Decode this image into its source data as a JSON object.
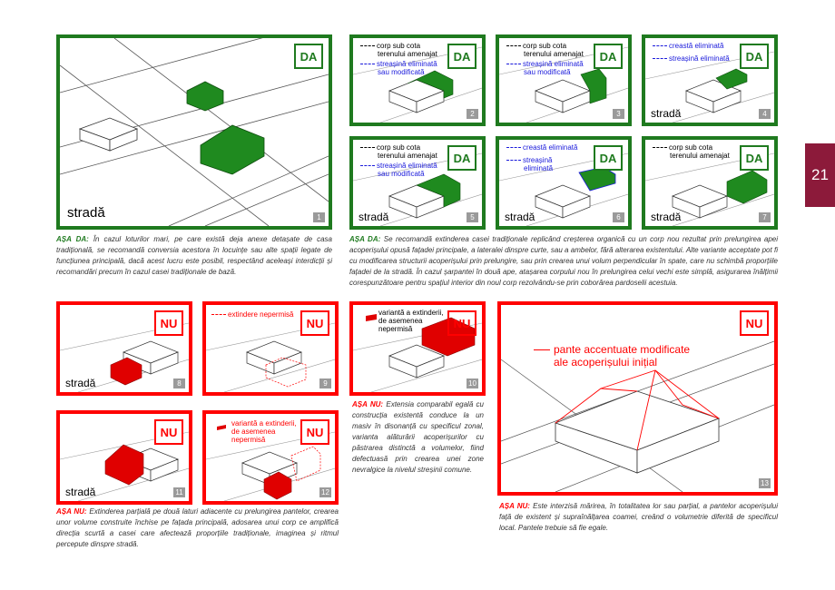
{
  "page_number": "21",
  "colors": {
    "green": "#1f7a1f",
    "red": "#ff0000",
    "blue": "#1a1adb",
    "maroon": "#8c1a3a"
  },
  "tags": {
    "yes": "DA",
    "no": "NU"
  },
  "street": "stradă",
  "panels": {
    "p1": {
      "num": "1"
    },
    "p2": {
      "num": "2",
      "l1": "corp sub cota",
      "l2": "terenului amenajat",
      "l3": "streașină eliminată",
      "l4": "sau modificată"
    },
    "p3": {
      "num": "3",
      "l1": "corp sub cota",
      "l2": "terenului amenajat",
      "l3": "streașină eliminată",
      "l4": "sau modificată"
    },
    "p4": {
      "num": "4",
      "l1": "creastă eliminată",
      "l2": "streașină eliminată"
    },
    "p5": {
      "num": "5",
      "l1": "corp sub cota",
      "l2": "terenului amenajat",
      "l3": "streașină eliminată",
      "l4": "sau modificată"
    },
    "p6": {
      "num": "6",
      "l1": "creastă eliminată",
      "l2": "streașină",
      "l3": "eliminată"
    },
    "p7": {
      "num": "7",
      "l1": "corp sub cota",
      "l2": "terenului amenajat"
    },
    "p8": {
      "num": "8"
    },
    "p9": {
      "num": "9",
      "l1": "extindere nepermisă"
    },
    "p10": {
      "num": "10",
      "l1": "variantă a extinderii,",
      "l2": "de asemenea",
      "l3": "nepermisă"
    },
    "p11": {
      "num": "11"
    },
    "p12": {
      "num": "12",
      "l1": "variantă a extinderii,",
      "l2": "de asemenea",
      "l3": "nepermisă"
    },
    "p13": {
      "num": "13",
      "l1": "pante accentuate modificate",
      "l2": "ale acoperișului inițial"
    }
  },
  "captions": {
    "c1": {
      "head": "AȘA DA:",
      "text": " În cazul loturilor mari, pe care există deja anexe detașate de casa tradițională, se recomandă conversia acestora în locuințe sau alte spații legate de funcțiunea principală, dacă acest lucru este posibil, respectând aceleași interdicții și recomandări precum în cazul casei tradiționale de bază."
    },
    "c2": {
      "head": "AȘA DA:",
      "text": " Se recomandă extinderea casei tradiționale replicând creșterea organică cu un corp nou rezultat prin prelungirea apei acoperișului opusă fațadei principale, a lateralei dinspre curte, sau a ambelor, fără alterarea existentului. Alte variante acceptate pot fi cu modificarea structurii acoperișului prin prelungire, sau prin crearea unui volum perpendicular în spate, care nu schimbă proporțiile fațadei de la stradă. În cazul șarpantei în două ape, atașarea corpului nou în prelungirea celui vechi este simplă, asigurarea înălțimii corespunzătoare pentru spațiul interior din noul corp rezolvându-se prin coborârea pardoselii acestuia."
    },
    "c3": {
      "head": "AȘA NU:",
      "text": " Extinderea parțială pe două laturi adiacente cu prelungirea pantelor, crearea unor volume construite închise pe fațada principală, adosarea unui corp ce amplifică direcția scurtă a casei care afectează proporțiile tradiționale, imaginea și ritmul percepute dinspre stradă."
    },
    "c4": {
      "head": "AȘA NU:",
      "text": " Extensia comparabil egală cu construcția existentă conduce la un masiv în disonanță cu specificul zonal, varianta alăturării acoperișurilor cu păstrarea distinctă a volumelor, fiind defectuasă prin crearea unei zone nevralgice la nivelul streșinii comune."
    },
    "c5": {
      "head": "AȘA NU:",
      "text": " Este interzisă mărirea, în totalitatea lor sau parțial, a pantelor acoperișului față de existent și supraînălțarea coamei, creând o volumetrie diferită de specificul local. Pantele trebuie să fie egale."
    }
  }
}
